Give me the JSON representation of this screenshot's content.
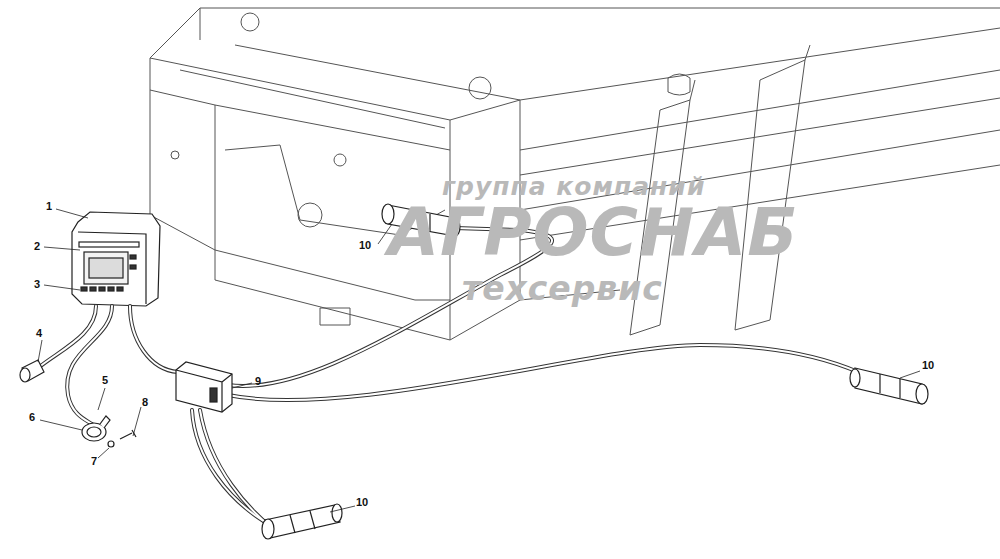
{
  "diagram": {
    "labels": [
      "1",
      "2",
      "3",
      "4",
      "5",
      "6",
      "7",
      "8",
      "9",
      "10",
      "10",
      "10",
      "группа компаний",
      "АГРОСНАБ",
      "техсервис"
    ]
  }
}
